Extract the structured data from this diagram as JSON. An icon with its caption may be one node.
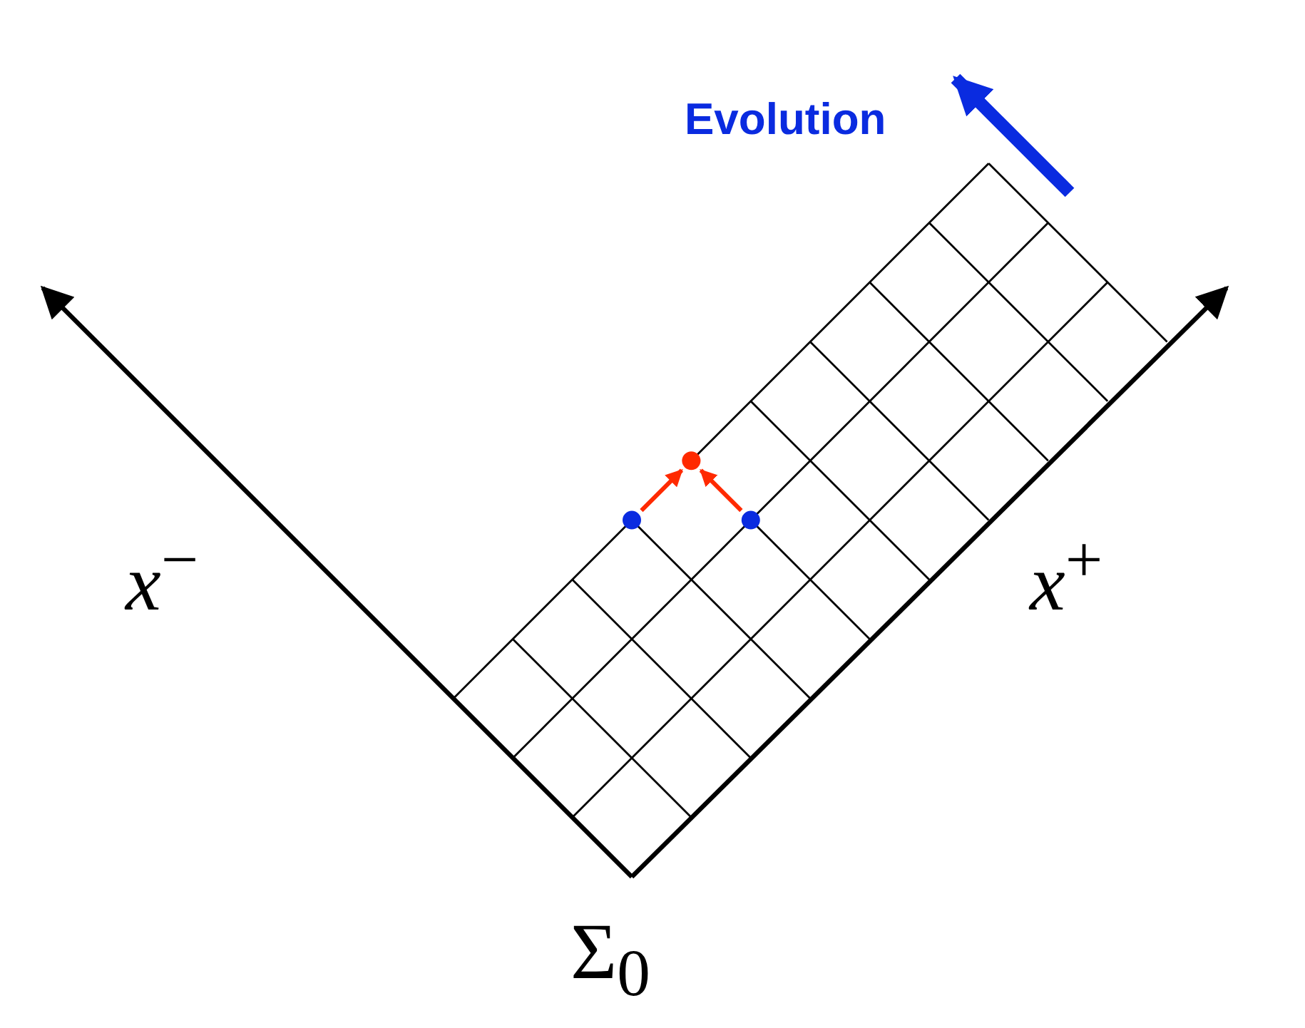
{
  "diagram": {
    "nodes": [
      {
        "text": [],
        "shape": "circle"
      },
      {
        "text": [],
        "shape": "circle"
      },
      {
        "text": [],
        "shape": "circle"
      }
    ],
    "edges": [
      {
        "from": 0,
        "to": 1,
        "arrow": "to"
      },
      {
        "from": 2,
        "to": 1,
        "arrow": "to"
      }
    ],
    "labels": [
      "Evolution",
      "*x*$^{−}$",
      "*x*$^{+}$",
      "Σ$_{0}$"
    ]
  }
}
